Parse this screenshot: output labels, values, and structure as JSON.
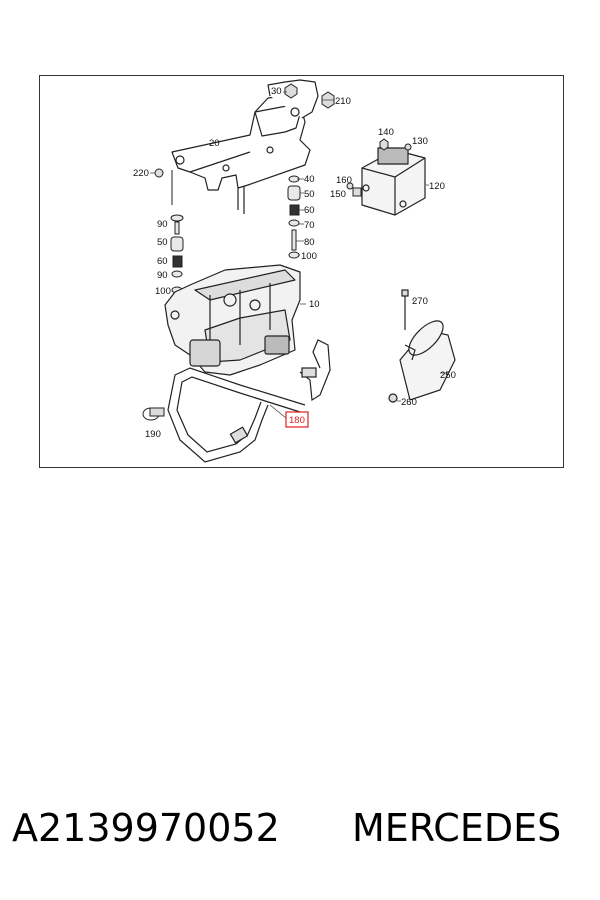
{
  "diagram": {
    "labels": {
      "l10": "10",
      "l20": "20",
      "l30": "30",
      "l40": "40",
      "l50a": "50",
      "l50b": "50",
      "l60a": "60",
      "l60b": "60",
      "l70": "70",
      "l80": "80",
      "l90a": "90",
      "l90b": "90",
      "l100a": "100",
      "l100b": "100",
      "l120": "120",
      "l130": "130",
      "l140": "140",
      "l150": "150",
      "l160": "160",
      "l180": "180",
      "l190": "190",
      "l210": "210",
      "l220": "220",
      "l250": "250",
      "l260": "260",
      "l270": "270"
    },
    "highlight_color": "#e02020"
  },
  "caption": {
    "part_number": "A2139970052",
    "brand": "MERCEDES"
  }
}
